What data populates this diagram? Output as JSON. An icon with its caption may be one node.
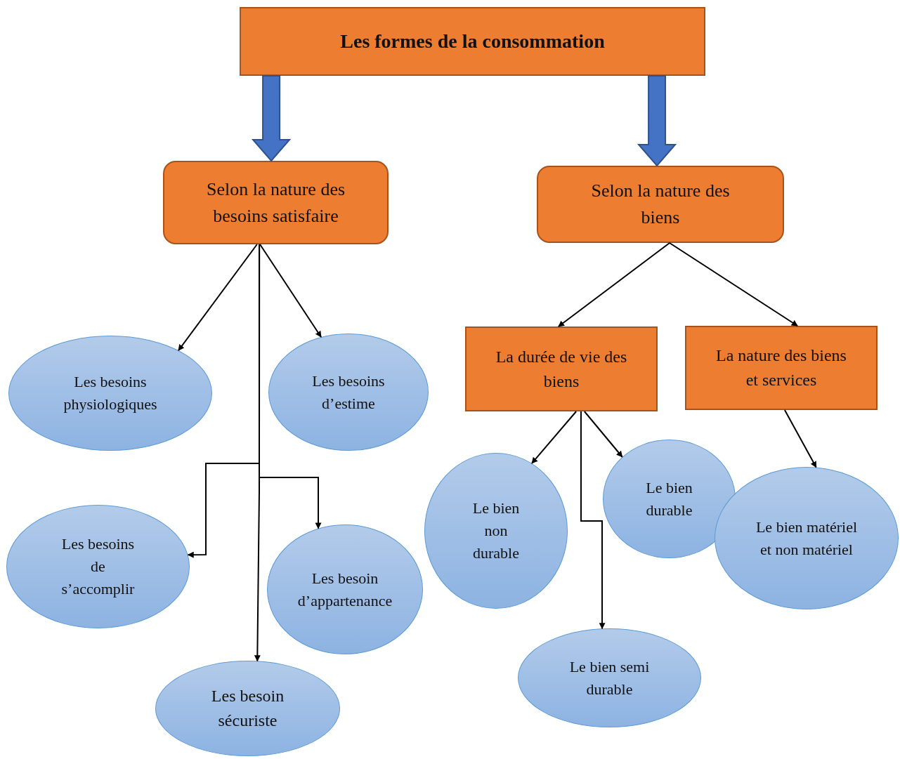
{
  "diagram": {
    "nodes": [
      {
        "text": [
          "Les formes de la consommation"
        ]
      },
      {
        "text": [
          "Selon la nature des besoins satisfaire"
        ]
      },
      {
        "text": [
          "Selon la nature des biens"
        ]
      },
      {
        "text": [
          "Les besoins physiologiques"
        ]
      },
      {
        "text": [
          "Les besoins d’estime"
        ]
      },
      {
        "text": [
          "Les besoins de s’accomplir"
        ]
      },
      {
        "text": [
          "Les besoin d’appartenance"
        ]
      },
      {
        "text": [
          "Les besoin sécuriste"
        ]
      },
      {
        "text": [
          "La durée de vie des biens"
        ]
      },
      {
        "text": [
          "La nature des biens et services"
        ]
      },
      {
        "text": [
          "Le bien non durable"
        ]
      },
      {
        "text": [
          "Le bien durable"
        ]
      },
      {
        "text": [
          "Le bien semi durable"
        ]
      },
      {
        "text": [
          "Le bien matériel et non matériel"
        ]
      }
    ],
    "edges": [
      {
        "from": 0,
        "to": 1,
        "arrow": "to",
        "style": "thick",
        "color": "#4472c4"
      },
      {
        "from": 0,
        "to": 2,
        "arrow": "to",
        "style": "thick",
        "color": "#4472c4"
      },
      {
        "from": 1,
        "to": 3,
        "arrow": "to"
      },
      {
        "from": 1,
        "to": 4,
        "arrow": "to"
      },
      {
        "from": 1,
        "to": 5,
        "arrow": "to"
      },
      {
        "from": 1,
        "to": 6,
        "arrow": "to"
      },
      {
        "from": 1,
        "to": 7,
        "arrow": "to"
      },
      {
        "from": 2,
        "to": 8,
        "arrow": "to"
      },
      {
        "from": 2,
        "to": 9,
        "arrow": "to"
      },
      {
        "from": 8,
        "to": 10,
        "arrow": "to"
      },
      {
        "from": 8,
        "to": 11,
        "arrow": "to"
      },
      {
        "from": 8,
        "to": 12,
        "arrow": "to"
      },
      {
        "from": 9,
        "to": 13,
        "arrow": "to"
      }
    ]
  }
}
